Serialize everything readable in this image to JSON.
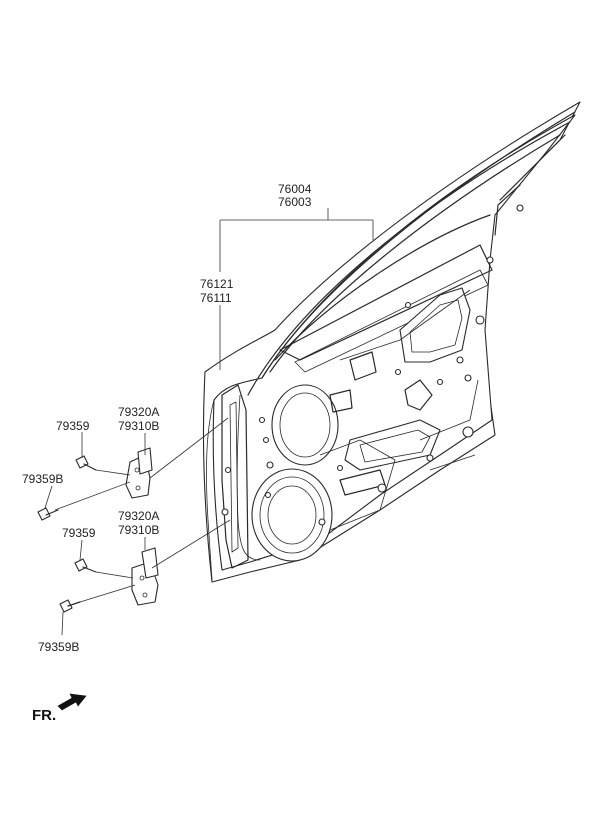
{
  "labels": {
    "door_assy_a": "76004",
    "door_assy_b": "76003",
    "panel_a": "76121",
    "panel_b": "76111",
    "hinge_upper_a": "79320A",
    "hinge_upper_b": "79310B",
    "hinge_lower_a": "79320A",
    "hinge_lower_b": "79310B",
    "bolt_upper": "79359",
    "bolt_upper_b": "79359B",
    "bolt_lower": "79359",
    "bolt_lower_b": "79359B"
  },
  "orientation": {
    "text": "FR."
  }
}
